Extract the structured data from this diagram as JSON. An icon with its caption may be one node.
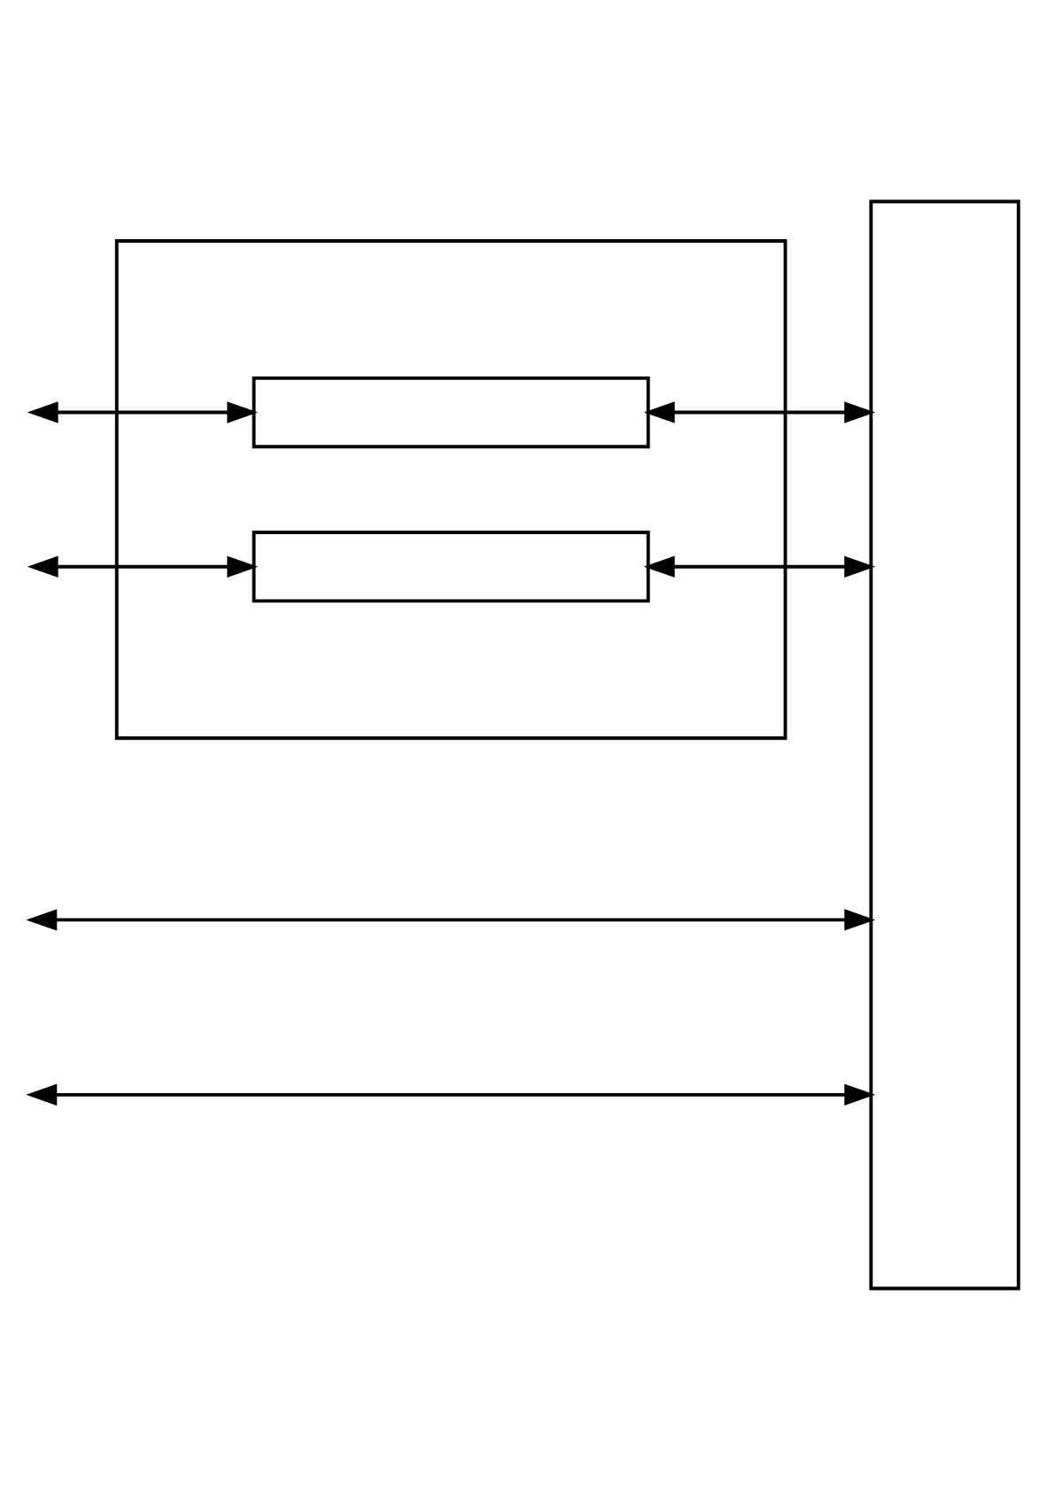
{
  "diagram": {
    "nodes": [
      {
        "text": [],
        "shape": "box"
      },
      {
        "text": [],
        "shape": "box",
        "in": 0
      },
      {
        "text": [],
        "shape": "box",
        "in": 0
      },
      {
        "text": [],
        "shape": "box"
      }
    ],
    "edges": [
      {
        "from": null,
        "to": 1,
        "arrow": "both"
      },
      {
        "from": 1,
        "to": 3,
        "arrow": "both"
      },
      {
        "from": null,
        "to": 2,
        "arrow": "both"
      },
      {
        "from": 2,
        "to": 3,
        "arrow": "both"
      },
      {
        "from": null,
        "to": 3,
        "arrow": "both"
      },
      {
        "from": null,
        "to": 3,
        "arrow": "both"
      }
    ]
  }
}
